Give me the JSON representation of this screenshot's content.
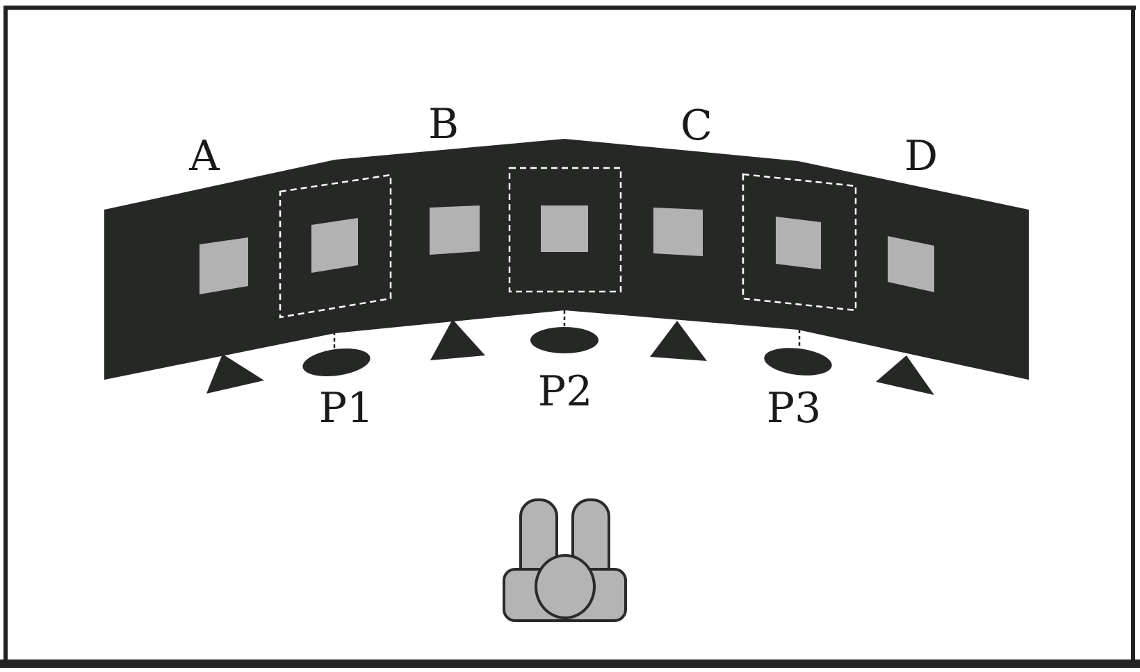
{
  "screens": [
    {
      "label": "A"
    },
    {
      "label": "B"
    },
    {
      "label": "C"
    },
    {
      "label": "D"
    }
  ],
  "projectors": [
    {
      "label": "P1"
    },
    {
      "label": "P2"
    },
    {
      "label": "P3"
    }
  ],
  "colors": {
    "frame": "#222222",
    "screen_wall": "#252825",
    "panel": "#b2b2b2",
    "dashed_region": "#ffffff",
    "observer_fill": "#b4b4b4",
    "observer_stroke": "#2a2a2a",
    "text": "#1a1a1a"
  },
  "icons": {
    "projector": "ellipse-projector-icon",
    "camera": "triangle-camera-icon",
    "observer": "seated-observer-icon"
  }
}
